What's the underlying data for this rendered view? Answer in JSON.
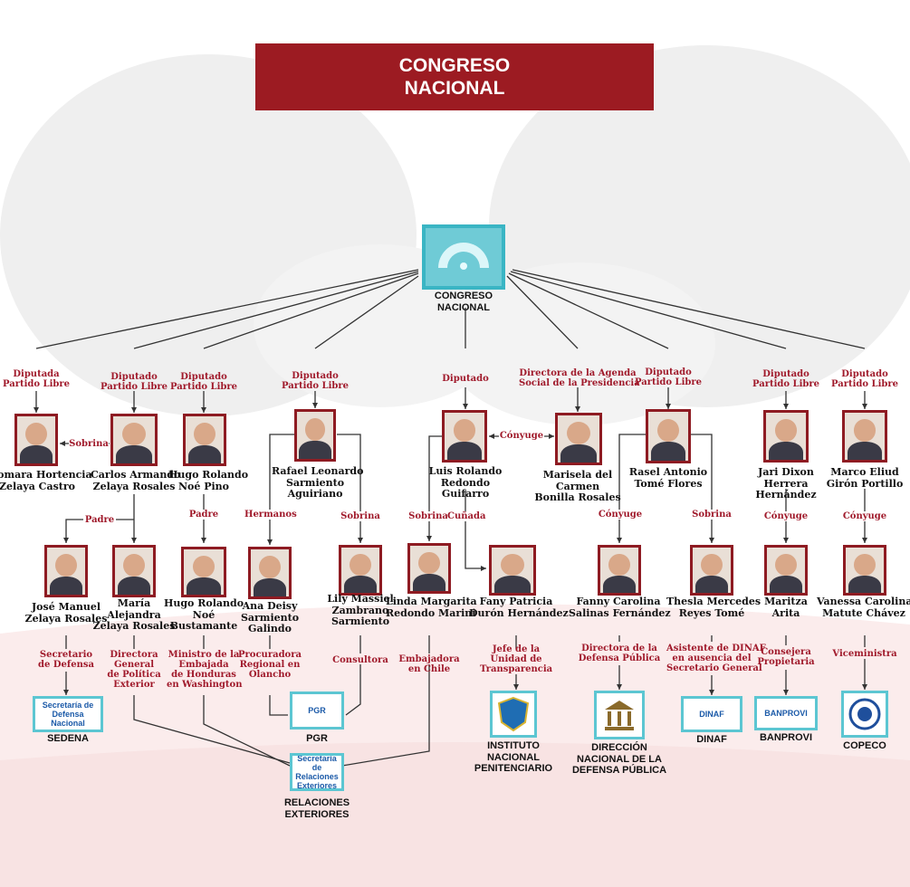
{
  "title": {
    "line1": "CONGRESO",
    "line2": "NACIONAL"
  },
  "root": {
    "line1": "CONGRESO",
    "line2": "NACIONAL"
  },
  "labels": {
    "iz_role1": "Diputada",
    "iz_role2": "Partido Libre",
    "cz_role1": "Diputado",
    "cz_role2": "Partido Libre",
    "hn_role1": "Diputado",
    "hn_role2": "Partido Libre",
    "rs_role1": "Diputado",
    "rs_role2": "Partido Libre",
    "lr_role": "Diputado",
    "mb_role1": "Directora de la Agenda",
    "mb_role2": "Social de la Presidencia",
    "rt_role1": "Diputado",
    "rt_role2": "Partido Libre",
    "jh_role1": "Diputado",
    "jh_role2": "Partido Libre",
    "mg_role1": "Diputado",
    "mg_role2": "Partido Libre",
    "sobrina1": "Sobrina",
    "padre1": "Padre",
    "padre2": "Padre",
    "hermanos": "Hermanos",
    "sobrina2": "Sobrina",
    "sobrina3": "Sobrina",
    "cunada": "Cuñada",
    "conyuge_lr": "Cónyuge",
    "conyuge_rt": "Cónyuge",
    "sobrina4": "Sobrina",
    "conyuge_jh": "Cónyuge",
    "conyuge_mg": "Cónyuge",
    "jm_pos1": "Secretario",
    "jm_pos2": "de Defensa",
    "ma_pos1": "Directora",
    "ma_pos2": "General",
    "ma_pos3": "de Política",
    "ma_pos4": "Exterior",
    "hb_pos1": "Ministro de la",
    "hb_pos2": "Embajada",
    "hb_pos3": "de Honduras",
    "hb_pos4": "en Washington",
    "ad_pos1": "Procuradora",
    "ad_pos2": "Regional en",
    "ad_pos3": "Olancho",
    "lz_pos": "Consultora",
    "lm_pos1": "Embajadora",
    "lm_pos2": "en Chile",
    "fd_pos1": "Jefe de la",
    "fd_pos2": "Unidad de",
    "fd_pos3": "Transparencia",
    "fs_pos1": "Directora de la",
    "fs_pos2": "Defensa Pública",
    "tr_pos1": "Asistente de DINAF",
    "tr_pos2": "en ausencia del",
    "tr_pos3": "Secretario General",
    "ma2_pos1": "Consejera",
    "ma2_pos2": "Propietaria",
    "vm_pos": "Viceministra"
  },
  "people": {
    "iz": {
      "l1": "Iomara Hortencia",
      "l2": "Zelaya Castro"
    },
    "cz": {
      "l1": "Carlos Armando",
      "l2": "Zelaya Rosales"
    },
    "hn": {
      "l1": "Hugo Rolando",
      "l2": "Noé Pino"
    },
    "rs": {
      "l1": "Rafael Leonardo",
      "l2": "Sarmiento",
      "l3": "Aguiriano"
    },
    "lr": {
      "l1": "Luis Rolando",
      "l2": "Redondo",
      "l3": "Guifarro"
    },
    "mb": {
      "l1": "Marisela del",
      "l2": "Carmen",
      "l3": "Bonilla Rosales"
    },
    "rt": {
      "l1": "Rasel Antonio",
      "l2": "Tomé Flores"
    },
    "jh": {
      "l1": "Jari Dixon",
      "l2": "Herrera",
      "l3": "Hernández"
    },
    "mg": {
      "l1": "Marco Eliud",
      "l2": "Girón Portillo"
    },
    "jm": {
      "l1": "José Manuel",
      "l2": "Zelaya Rosales"
    },
    "ma": {
      "l1": "María",
      "l2": "Alejandra",
      "l3": "Zelaya Rosales"
    },
    "hb": {
      "l1": "Hugo Rolando",
      "l2": "Noé",
      "l3": "Bustamante"
    },
    "ad": {
      "l1": "Ana Deisy",
      "l2": "Sarmiento",
      "l3": "Galindo"
    },
    "lz": {
      "l1": "Lily Massiel",
      "l2": "Zambrano",
      "l3": "Sarmiento"
    },
    "lm": {
      "l1": "Linda Margarita",
      "l2": "Redondo Marini"
    },
    "fd": {
      "l1": "Fany Patricia",
      "l2": "Durón Hernández"
    },
    "fs": {
      "l1": "Fanny Carolina",
      "l2": "Salinas Fernández"
    },
    "tr": {
      "l1": "Thesla Mercedes",
      "l2": "Reyes Tomé"
    },
    "ma2": {
      "l1": "Maritza",
      "l2": "Arita"
    },
    "vm": {
      "l1": "Vanessa Carolina",
      "l2": "Matute Chávez"
    }
  },
  "orgs": {
    "sedena": "SEDENA",
    "pgr": "PGR",
    "relex1": "RELACIONES",
    "relex2": "EXTERIORES",
    "inp1": "INSTITUTO",
    "inp2": "NACIONAL",
    "inp3": "PENITENCIARIO",
    "ddp1": "DIRECCIÓN",
    "ddp2": "NACIONAL DE LA",
    "ddp3": "DEFENSA PÚBLICA",
    "dinaf": "DINAF",
    "banprovi": "BANPROVI",
    "copeco": "COPECO"
  },
  "logo_text": {
    "sedena1": "Secretaría de",
    "sedena2": "Defensa Nacional",
    "pgr": "PGR",
    "relex1": "Secretaría de",
    "relex2": "Relaciones",
    "relex3": "Exteriores",
    "dinaf": "DINAF",
    "banprovi": "BANPROVI"
  },
  "colors": {
    "accent": "#9c1b22",
    "label": "#a01a2b",
    "logo_border": "#5cc6d2"
  }
}
